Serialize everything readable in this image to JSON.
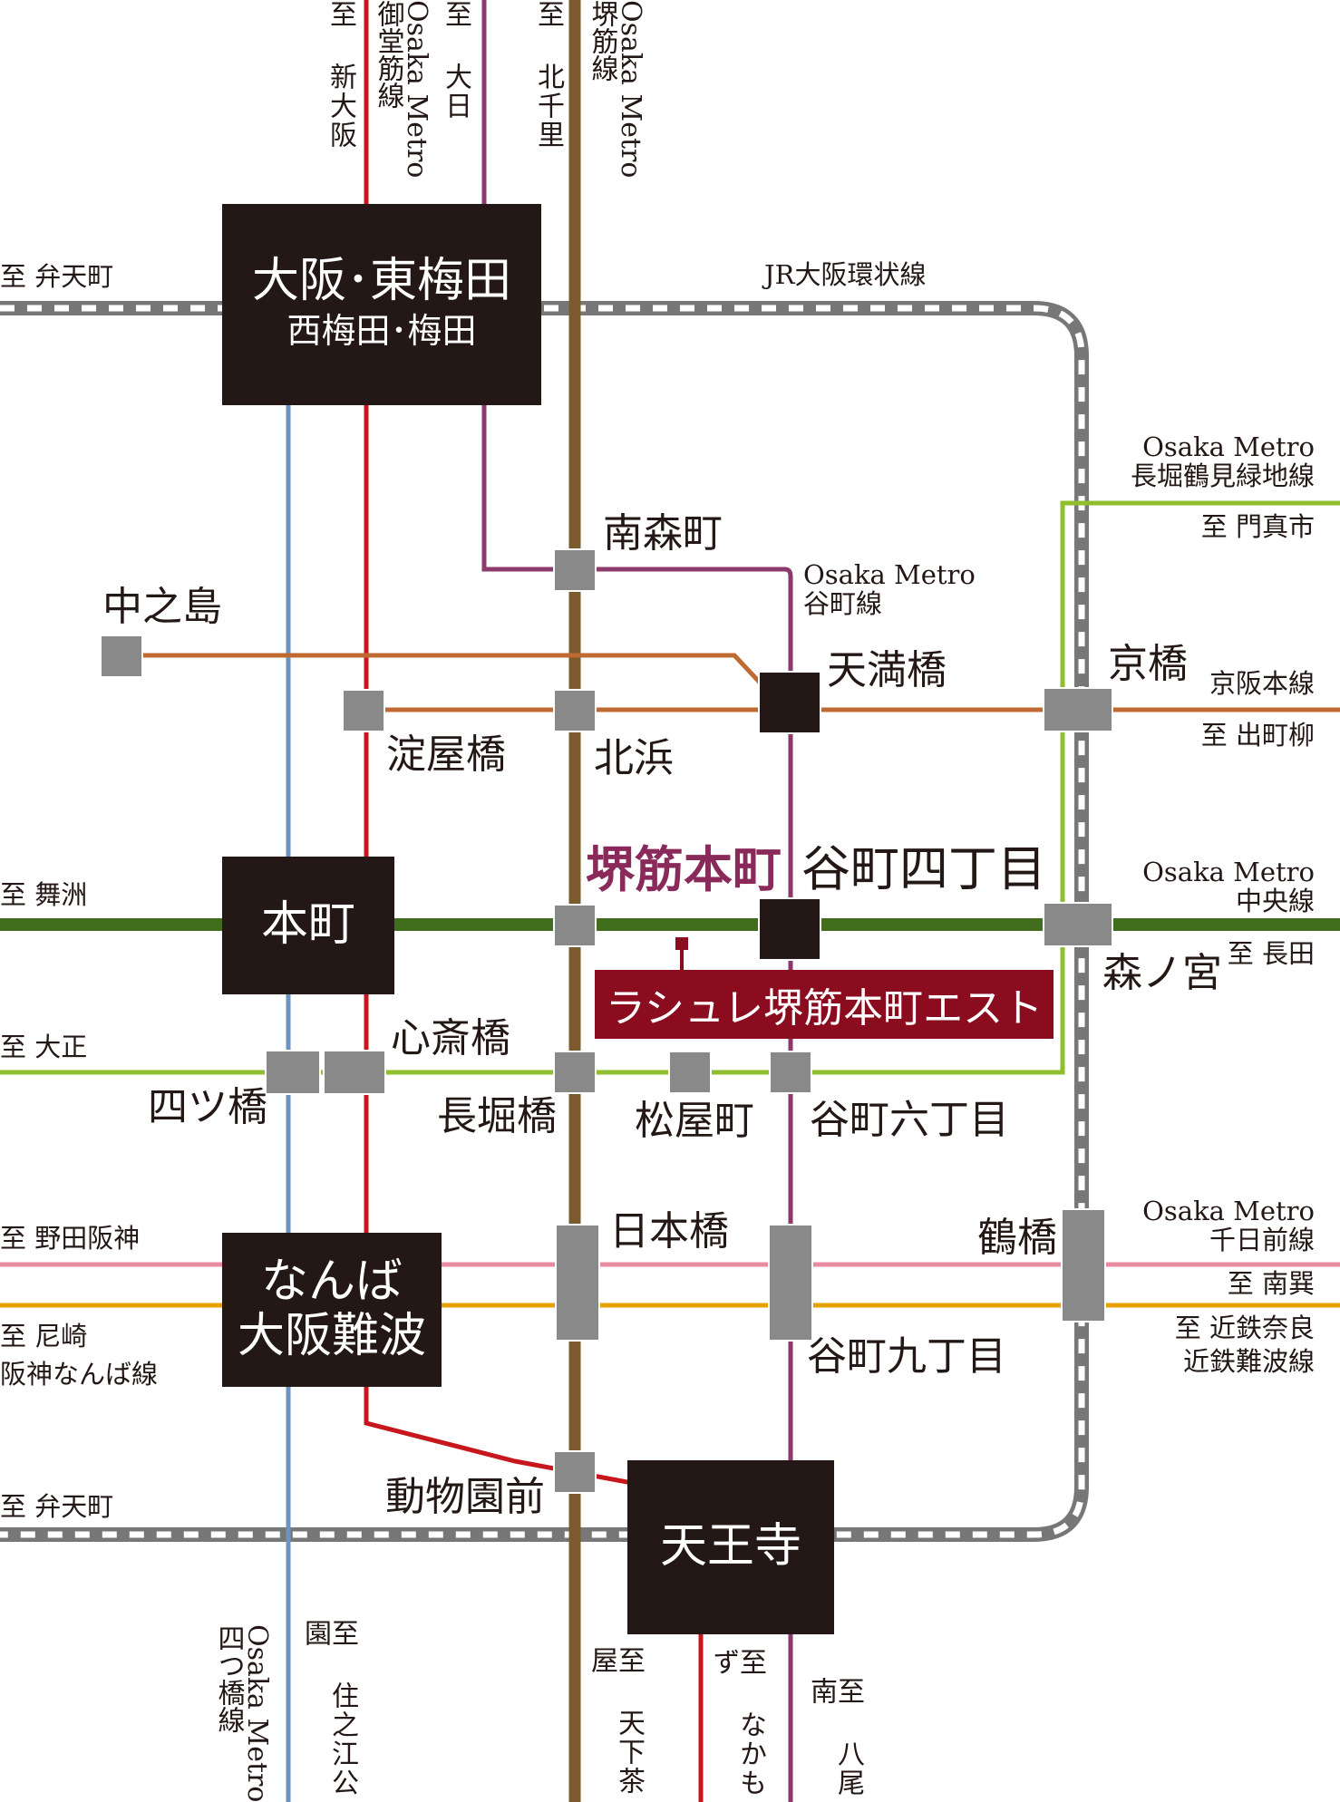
{
  "colors": {
    "midosuji": "#c8161d",
    "tanimachi": "#8b3b6b",
    "sakaisuji": "#7b5a2e",
    "yotsubashi": "#6a95c2",
    "chuo": "#416e1c",
    "nagahori": "#8fbe2f",
    "keihan": "#c06a33",
    "hanshin_namba": "#e88ba0",
    "kintetsu": "#e8a200",
    "jr_loop": "#777777",
    "property": "#8a0c1e",
    "highlight": "#8a2a5a"
  },
  "major_stations": {
    "umeda": {
      "line1": "大阪･東梅田",
      "line2": "西梅田･梅田"
    },
    "honmachi": {
      "line1": "本町"
    },
    "namba": {
      "line1": "なんば",
      "line2": "大阪難波"
    },
    "tennoji": {
      "line1": "天王寺"
    }
  },
  "stations": {
    "minamimorimachi": "南森町",
    "nakanoshima": "中之島",
    "tenmabashi": "天満橋",
    "kyobashi": "京橋",
    "yodoyabashi": "淀屋橋",
    "kitahama": "北浜",
    "sakaisuji_honmachi": "堺筋本町",
    "tanimachi_4": "谷町四丁目",
    "morinomiya": "森ノ宮",
    "shinsaibashi": "心斎橋",
    "yotsubashi": "四ツ橋",
    "nagahoribashi": "長堀橋",
    "matsuyamachi": "松屋町",
    "tanimachi_6": "谷町六丁目",
    "nipponbashi": "日本橋",
    "tsuruhashi": "鶴橋",
    "tanimachi_9": "谷町九丁目",
    "dobutsuenmae": "動物園前"
  },
  "property": {
    "name": "ラシュレ堺筋本町エスト"
  },
  "line_labels": {
    "jr_loop": "JR大阪環状線",
    "tanimachi_line": "Osaka Metro\n谷町線",
    "nagahori_line": "Osaka Metro\n長堀鶴見緑地線",
    "keihan_line": "京阪本線",
    "chuo_line": "Osaka Metro\n中央線",
    "sennichimae_line": "Osaka Metro\n千日前線",
    "midosuji_line": "Osaka Metro\n御堂筋線",
    "sakaisuji_line": "Osaka Metro\n堺筋線",
    "yotsubashi_line": "Osaka Metro\n四つ橋線",
    "kintetsu_namba_line": "近鉄難波線",
    "hanshin_namba_line": "阪神なんば線"
  },
  "destinations": {
    "bentencho_top": "至 弁天町",
    "bentencho_bottom": "至 弁天町",
    "kadoma": "至 門真市",
    "demachiyanagi": "至 出町柳",
    "maishima": "至 舞洲",
    "nagata": "至 長田",
    "taisho": "至 大正",
    "nodahanshin": "至 野田阪神",
    "minamitatsumi": "至 南巽",
    "amagasaki": "至 尼崎",
    "kintetsu_nara": "至 近鉄奈良",
    "shin_osaka": "至 新大阪",
    "dainichi": "至 大日",
    "kita_senri": "至 北千里",
    "suminoe_koen": "至 住之江公園",
    "tengachaya": "至 天下茶屋",
    "nakamozu": "至 なかもず",
    "yaominami": "至 八尾南"
  }
}
